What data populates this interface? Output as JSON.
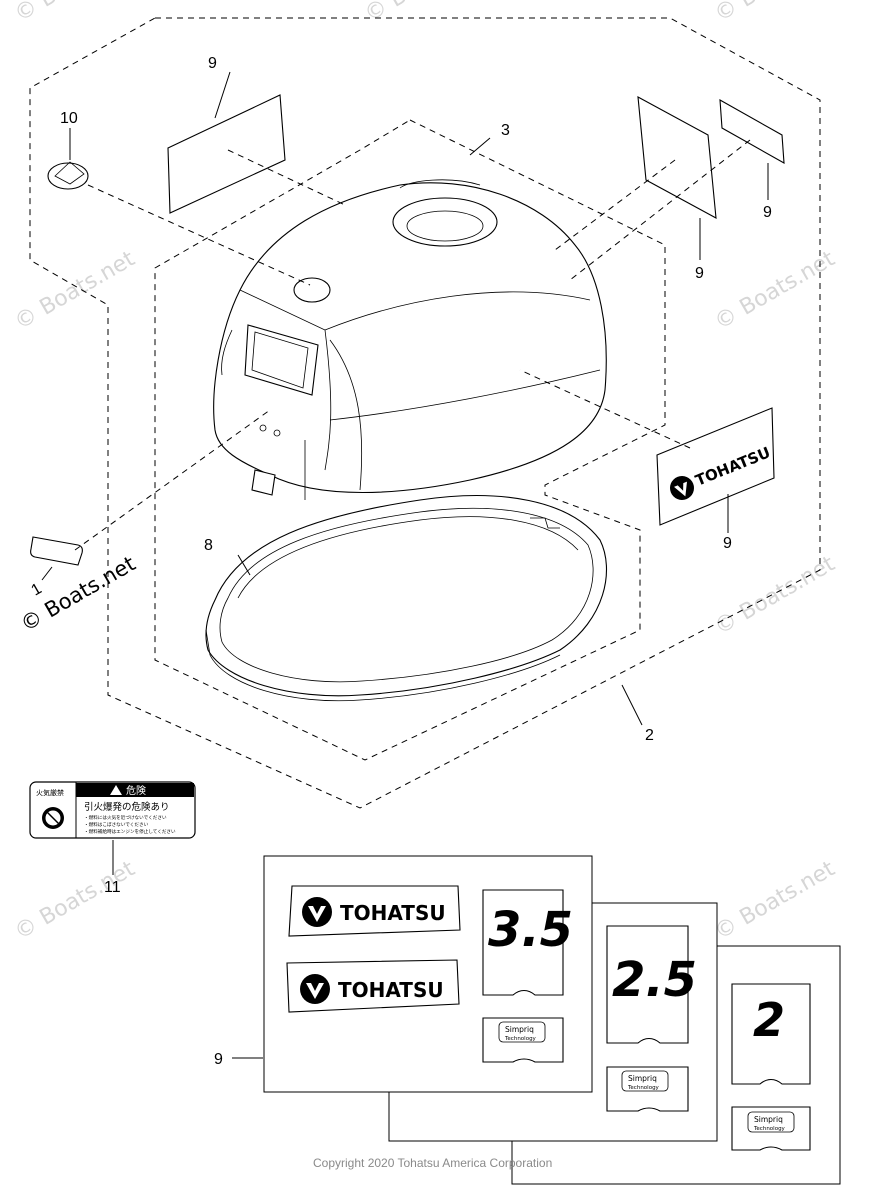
{
  "callouts": {
    "c1": "1",
    "c2": "2",
    "c3": "3",
    "c8": "8",
    "c9_top": "9",
    "c9_right_a": "9",
    "c9_right_b": "9",
    "c9_tohatsu": "9",
    "c9_kit": "9",
    "c10": "10",
    "c11": "11"
  },
  "watermark": {
    "text": "© Boats.net",
    "featured": "© Boats.net"
  },
  "decals": {
    "tohatsu_small": "TOHATSU",
    "tohatsu_big_1": "TOHATSU",
    "tohatsu_big_2": "TOHATSU",
    "model_35": "3.5",
    "model_25": "2.5",
    "model_2": "2",
    "simpriq_line1": "Simpriq",
    "simpriq_line2": "Technology"
  },
  "warning_label": {
    "left_header": "火気厳禁",
    "danger_title": "危険",
    "main_line": "引火爆発の危険あり",
    "bullet_1": "・燃料には火気を近づけないでください",
    "bullet_2": "・燃料はこぼさないでください",
    "bullet_3": "・燃料補給時はエンジンを停止してください"
  },
  "footer": {
    "copyright": "Copyright 2020 Tohatsu America Corporation"
  }
}
